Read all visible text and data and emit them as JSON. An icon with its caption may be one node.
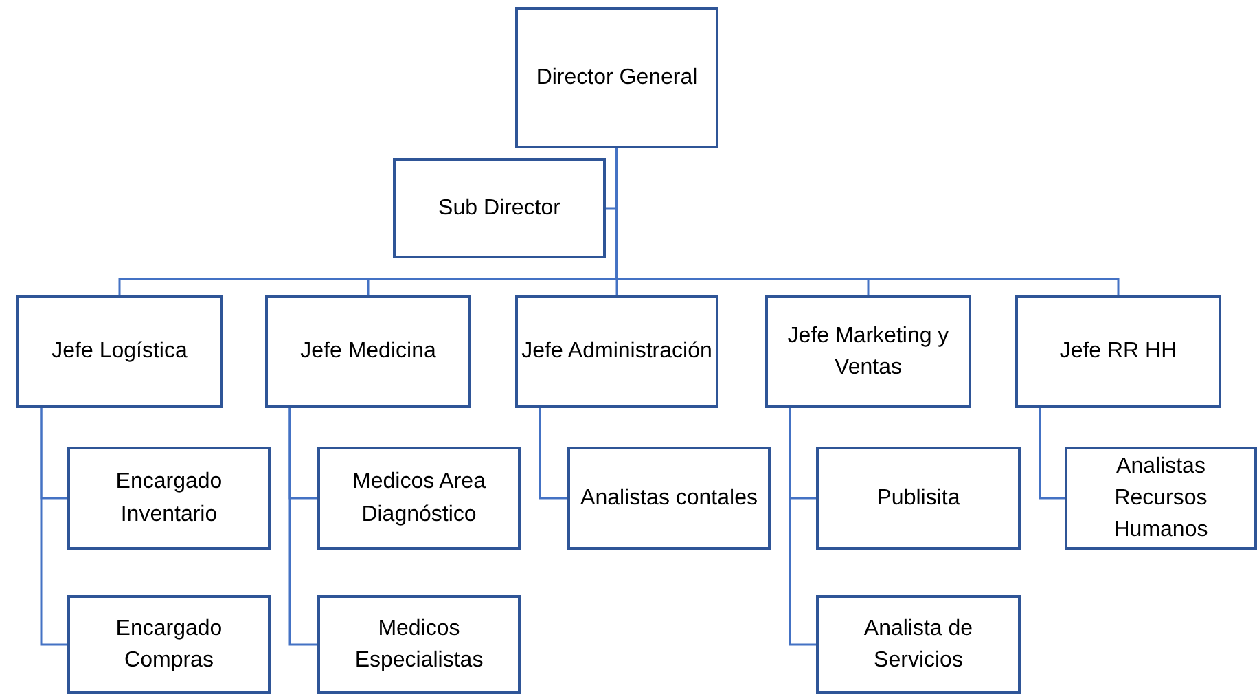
{
  "diagram": {
    "nodes": [
      {
        "text": [
          "Director General"
        ]
      },
      {
        "text": [
          "Sub Director"
        ]
      },
      {
        "text": [
          "Jefe Logística"
        ]
      },
      {
        "text": [
          "Jefe Medicina"
        ]
      },
      {
        "text": [
          "Jefe Administración"
        ]
      },
      {
        "text": [
          "Jefe Marketing y Ventas"
        ]
      },
      {
        "text": [
          "Jefe RR HH"
        ]
      },
      {
        "text": [
          "Encargado Inventario"
        ]
      },
      {
        "text": [
          "Encargado Compras"
        ]
      },
      {
        "text": [
          "Medicos Area Diagnóstico"
        ]
      },
      {
        "text": [
          "Medicos Especialistas"
        ]
      },
      {
        "text": [
          "Analistas contales"
        ]
      },
      {
        "text": [
          "Publisita"
        ]
      },
      {
        "text": [
          "Analista de Servicios"
        ]
      },
      {
        "text": [
          "Analistas Recursos Humanos"
        ]
      }
    ],
    "edges": [
      {
        "from": 0,
        "to": 1,
        "arrow": "none"
      },
      {
        "from": 0,
        "to": 2,
        "arrow": "none"
      },
      {
        "from": 0,
        "to": 3,
        "arrow": "none"
      },
      {
        "from": 0,
        "to": 4,
        "arrow": "none"
      },
      {
        "from": 0,
        "to": 5,
        "arrow": "none"
      },
      {
        "from": 0,
        "to": 6,
        "arrow": "none"
      },
      {
        "from": 2,
        "to": 7,
        "arrow": "none"
      },
      {
        "from": 2,
        "to": 8,
        "arrow": "none"
      },
      {
        "from": 3,
        "to": 9,
        "arrow": "none"
      },
      {
        "from": 3,
        "to": 10,
        "arrow": "none"
      },
      {
        "from": 4,
        "to": 11,
        "arrow": "none"
      },
      {
        "from": 5,
        "to": 12,
        "arrow": "none"
      },
      {
        "from": 5,
        "to": 13,
        "arrow": "none"
      },
      {
        "from": 6,
        "to": 14,
        "arrow": "none"
      }
    ]
  }
}
